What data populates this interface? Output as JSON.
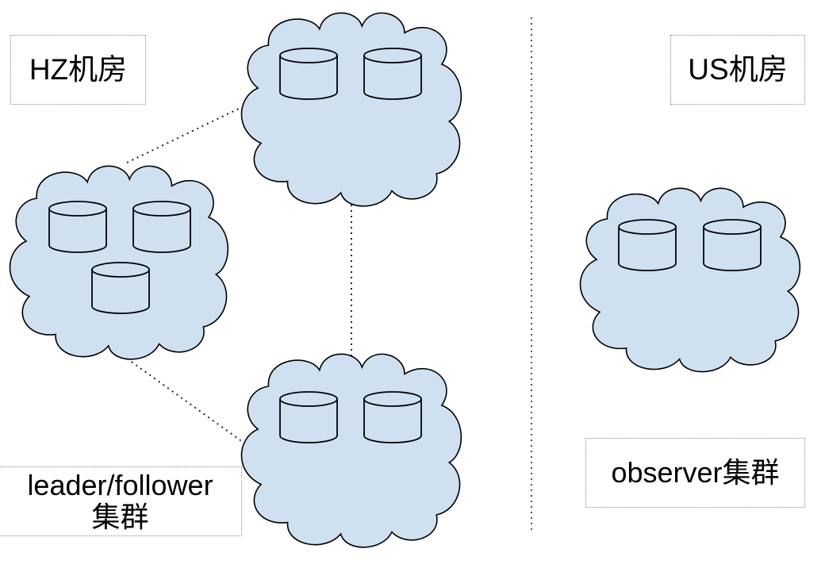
{
  "labels": {
    "hz_room": "HZ机房",
    "us_room": "US机房",
    "leader_follower_line1": "leader/follower",
    "leader_follower_line2": "集群",
    "observer": "observer集群"
  },
  "groups": [
    {
      "id": "hz-cloud-left",
      "databases": 3
    },
    {
      "id": "hz-cloud-top",
      "databases": 2
    },
    {
      "id": "hz-cloud-bottom",
      "databases": 2
    },
    {
      "id": "us-cloud",
      "databases": 2
    }
  ],
  "colors": {
    "cloud_fill": "#cfe0f1",
    "stroke": "#000000",
    "separator": "#555555"
  }
}
